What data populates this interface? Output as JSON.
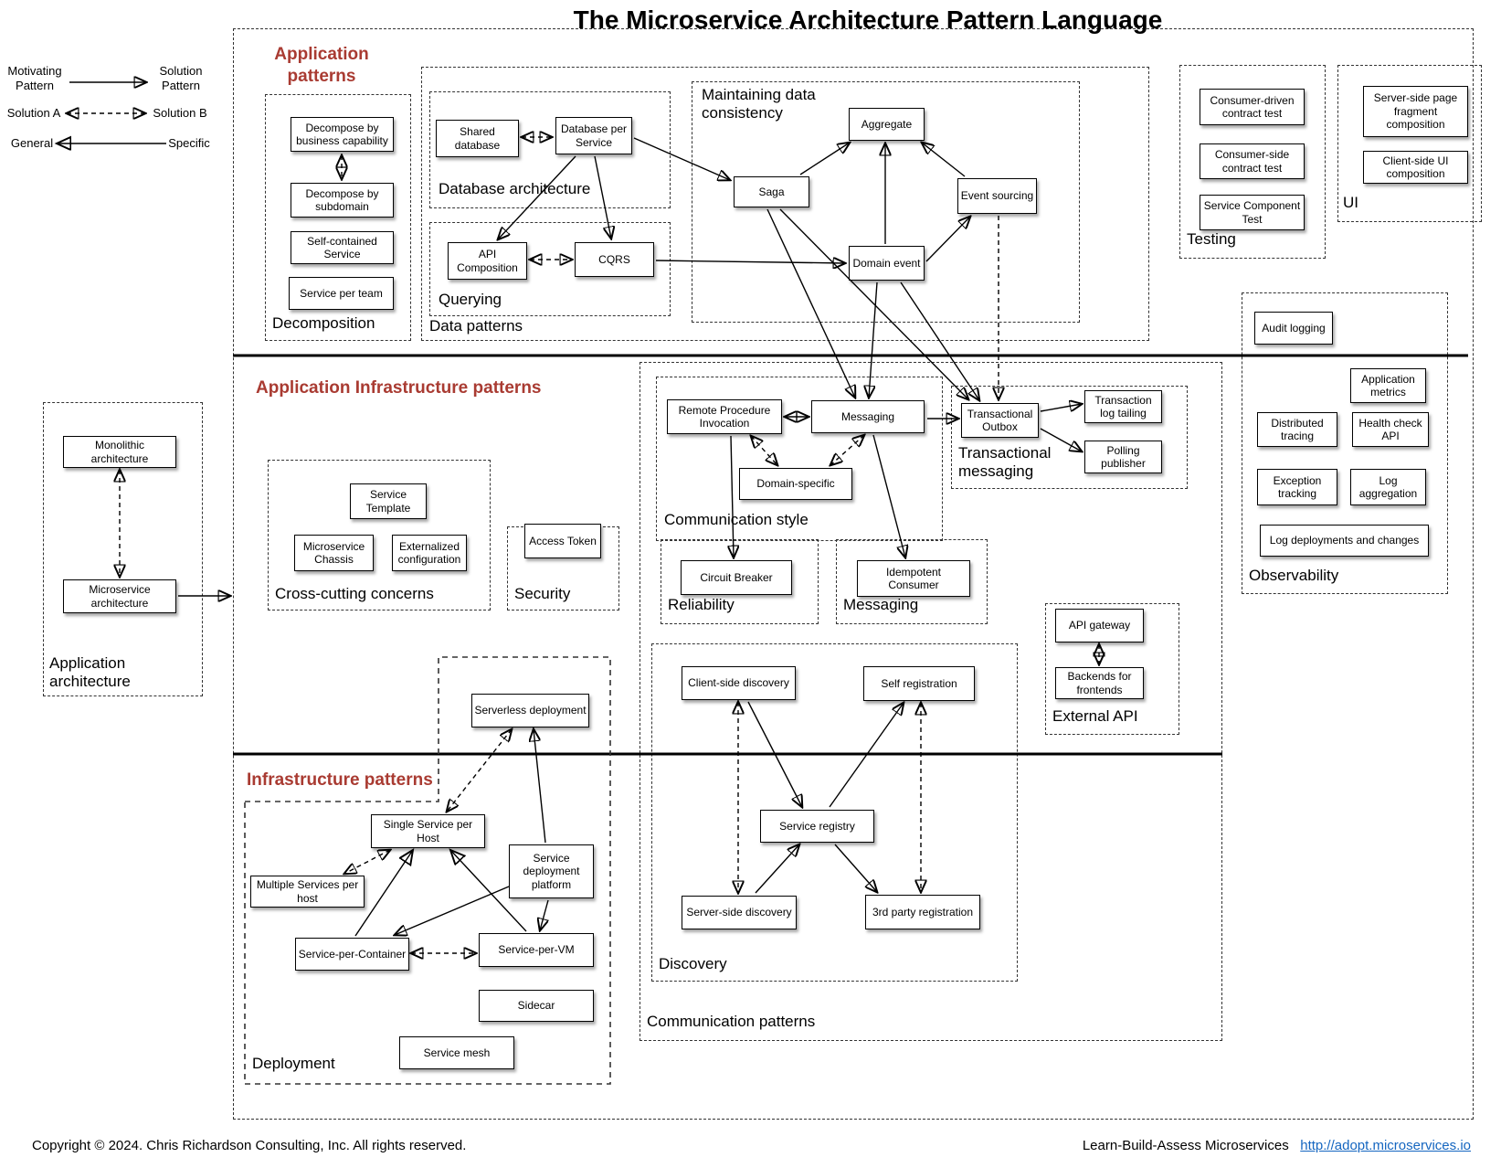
{
  "title": "The Microservice Architecture Pattern Language",
  "legend": {
    "motivating": "Motivating Pattern",
    "solution_pattern": "Solution Pattern",
    "solution_a": "Solution A",
    "solution_b": "Solution B",
    "general": "General",
    "specific": "Specific"
  },
  "headers": {
    "application_patterns": "Application patterns",
    "application_infrastructure": "Application Infrastructure patterns",
    "infrastructure": "Infrastructure patterns"
  },
  "sections": {
    "decomposition": "Decomposition",
    "data_patterns": "Data patterns",
    "database_architecture": "Database architecture",
    "querying": "Querying",
    "maintaining_data_consistency": "Maintaining data consistency",
    "testing": "Testing",
    "ui": "UI",
    "observability": "Observability",
    "application_architecture": "Application architecture",
    "cross_cutting_concerns": "Cross-cutting concerns",
    "security": "Security",
    "communication_patterns": "Communication patterns",
    "communication_style": "Communication style",
    "transactional_messaging": "Transactional messaging",
    "reliability": "Reliability",
    "messaging": "Messaging",
    "discovery": "Discovery",
    "external_api": "External API",
    "deployment": "Deployment"
  },
  "nodes": {
    "decompose_by_business_capability": "Decompose by business capability",
    "decompose_by_subdomain": "Decompose by subdomain",
    "self_contained_service": "Self-contained Service",
    "service_per_team": "Service per team",
    "shared_database": "Shared database",
    "database_per_service": "Database per Service",
    "api_composition": "API Composition",
    "cqrs": "CQRS",
    "aggregate": "Aggregate",
    "saga": "Saga",
    "event_sourcing": "Event sourcing",
    "domain_event": "Domain event",
    "consumer_driven_contract_test": "Consumer-driven contract test",
    "consumer_side_contract_test": "Consumer-side contract test",
    "service_component_test": "Service Component Test",
    "server_side_page_fragment_composition": "Server-side page fragment composition",
    "client_side_ui_composition": "Client-side UI composition",
    "audit_logging": "Audit logging",
    "application_metrics": "Application metrics",
    "distributed_tracing": "Distributed tracing",
    "health_check_api": "Health check API",
    "exception_tracking": "Exception tracking",
    "log_aggregation": "Log aggregation",
    "log_deployments_and_changes": "Log deployments and changes",
    "monolithic_architecture": "Monolithic architecture",
    "microservice_architecture": "Microservice architecture",
    "service_template": "Service Template",
    "microservice_chassis": "Microservice Chassis",
    "externalized_configuration": "Externalized configuration",
    "access_token": "Access Token",
    "remote_procedure_invocation": "Remote Procedure Invocation",
    "messaging": "Messaging",
    "domain_specific": "Domain-specific",
    "transactional_outbox": "Transactional Outbox",
    "transaction_log_tailing": "Transaction log tailing",
    "polling_publisher": "Polling publisher",
    "circuit_breaker": "Circuit Breaker",
    "idempotent_consumer": "Idempotent Consumer",
    "client_side_discovery": "Client-side discovery",
    "self_registration": "Self registration",
    "service_registry": "Service registry",
    "server_side_discovery": "Server-side discovery",
    "third_party_registration": "3rd party registration",
    "api_gateway": "API gateway",
    "backends_for_frontends": "Backends for frontends",
    "serverless_deployment": "Serverless deployment",
    "single_service_per_host": "Single Service per Host",
    "multiple_services_per_host": "Multiple Services per host",
    "service_deployment_platform": "Service deployment platform",
    "service_per_container": "Service-per-Container",
    "service_per_vm": "Service-per-VM",
    "sidecar": "Sidecar",
    "service_mesh": "Service mesh"
  },
  "footer": {
    "copyright": "Copyright © 2024. Chris Richardson Consulting, Inc. All rights reserved.",
    "tagline": "Learn-Build-Assess Microservices",
    "link": "http://adopt.microservices.io"
  }
}
